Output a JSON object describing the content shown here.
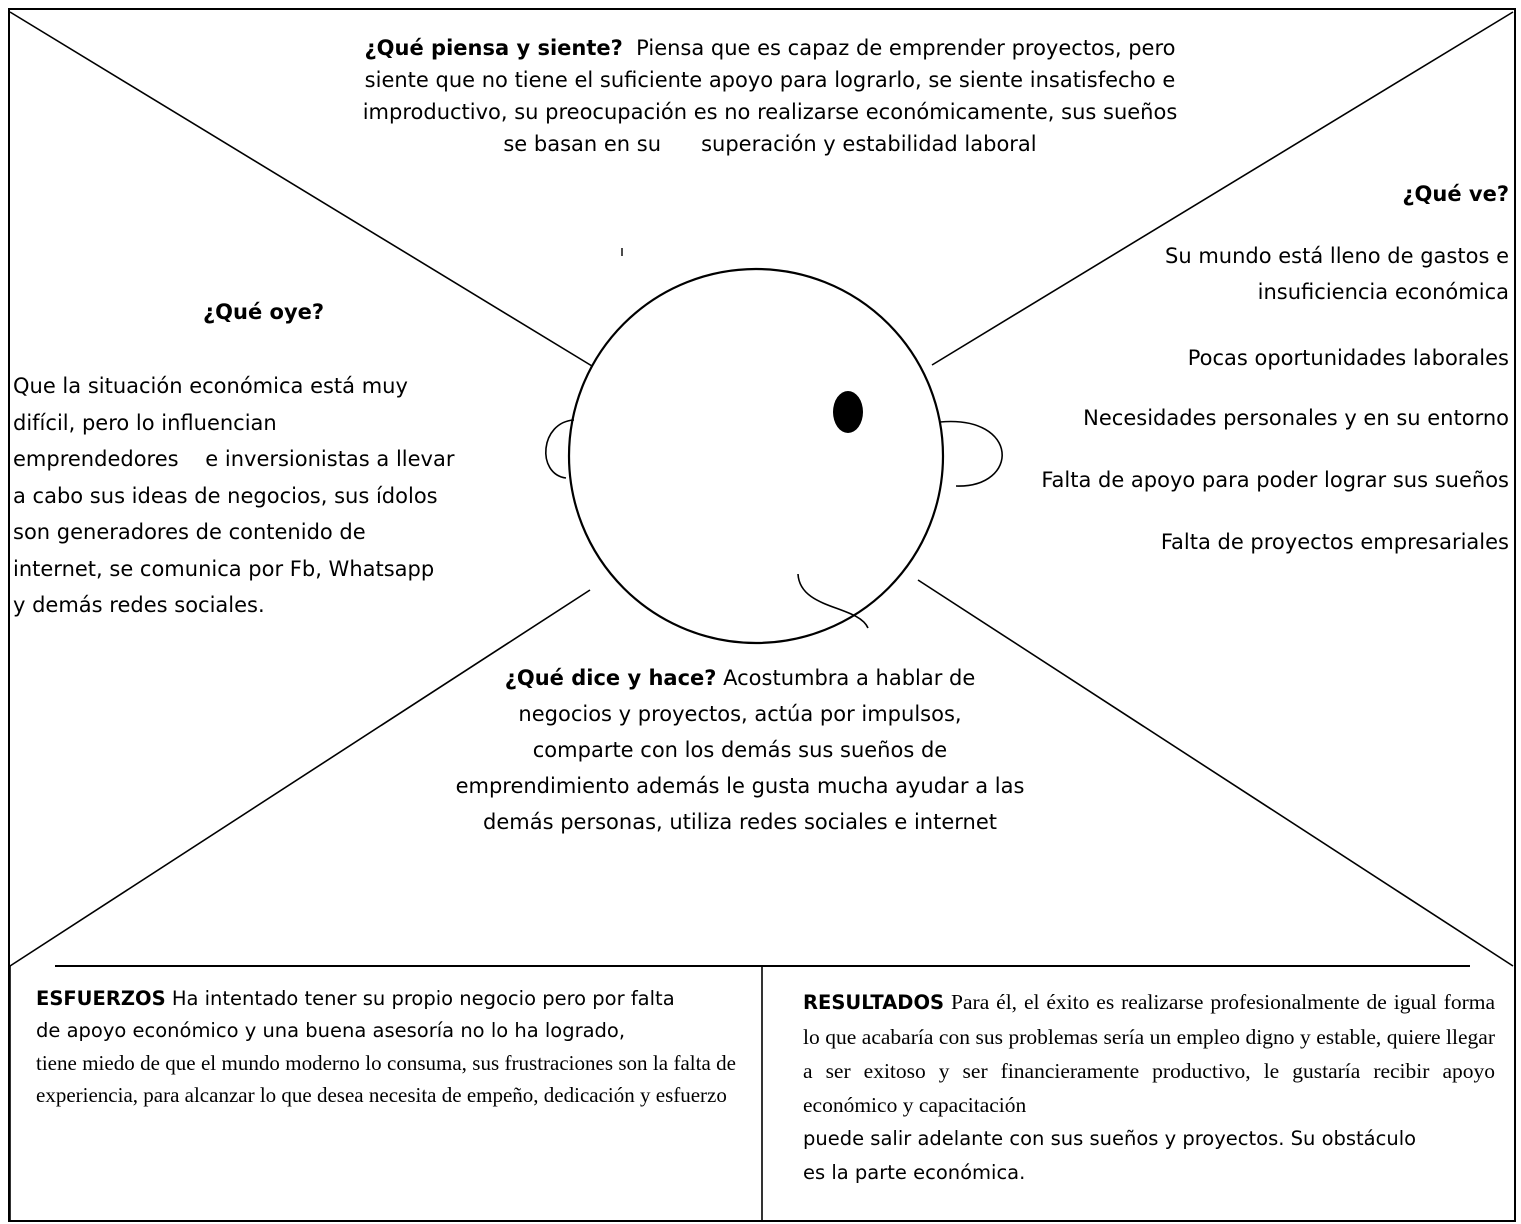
{
  "thinks_feels": {
    "heading": "¿Qué piensa y siente?",
    "lines": [
      "Piensa que es capaz de emprender proyectos, pero",
      "siente que no tiene el suficiente apoyo para lograrlo, se siente insatisfecho e",
      "improductivo, su preocupación es no realizarse económicamente, sus sueños",
      "se basan en su      superación y estabilidad laboral"
    ]
  },
  "sees": {
    "heading": "¿Qué ve?",
    "items": [
      "Su mundo está lleno de gastos e",
      "insuficiencia económica",
      "Pocas oportunidades laborales",
      "Necesidades personales y en su entorno",
      "Falta de apoyo para poder lograr sus sueños",
      "Falta de proyectos empresariales"
    ]
  },
  "hears": {
    "heading": "¿Qué oye?",
    "lines": [
      "Que la situación económica está muy",
      "difícil, pero lo influencian",
      "emprendedores    e inversionistas a llevar",
      "a cabo sus ideas de negocios, sus ídolos",
      "son generadores de contenido de",
      "internet, se comunica por Fb, Whatsapp",
      "y demás redes sociales."
    ]
  },
  "says_does": {
    "heading": "¿Qué dice y hace?",
    "lines": [
      "Acostumbra a hablar de",
      "negocios y proyectos, actúa por impulsos,",
      "comparte con los demás sus sueños de",
      "emprendimiento además le gusta mucha ayudar a las",
      "demás personas, utiliza redes sociales e internet"
    ]
  },
  "efforts": {
    "heading": "ESFUERZOS",
    "lines_sans": [
      "Ha intentado tener su propio negocio pero por falta",
      "de apoyo económico y una buena asesoría no lo ha logrado,"
    ],
    "text_serif": "tiene miedo de que el mundo moderno lo consuma, sus frustraciones son la falta de experiencia, para alcanzar lo que desea necesita de empeño, dedicación y esfuerzo"
  },
  "results": {
    "heading": "RESULTADOS",
    "text_serif": "Para él, el éxito es realizarse profesionalmente de igual forma lo que acabaría con sus problemas sería un empleo digno y estable, quiere llegar a ser exitoso y ser financieramente productivo, le gustaría recibir apoyo económico y capacitación",
    "lines_sans": [
      "puede salir adelante con sus sueños y proyectos. Su obstáculo",
      "es la parte económica."
    ]
  },
  "colors": {
    "line": "#000000",
    "background": "#ffffff"
  }
}
